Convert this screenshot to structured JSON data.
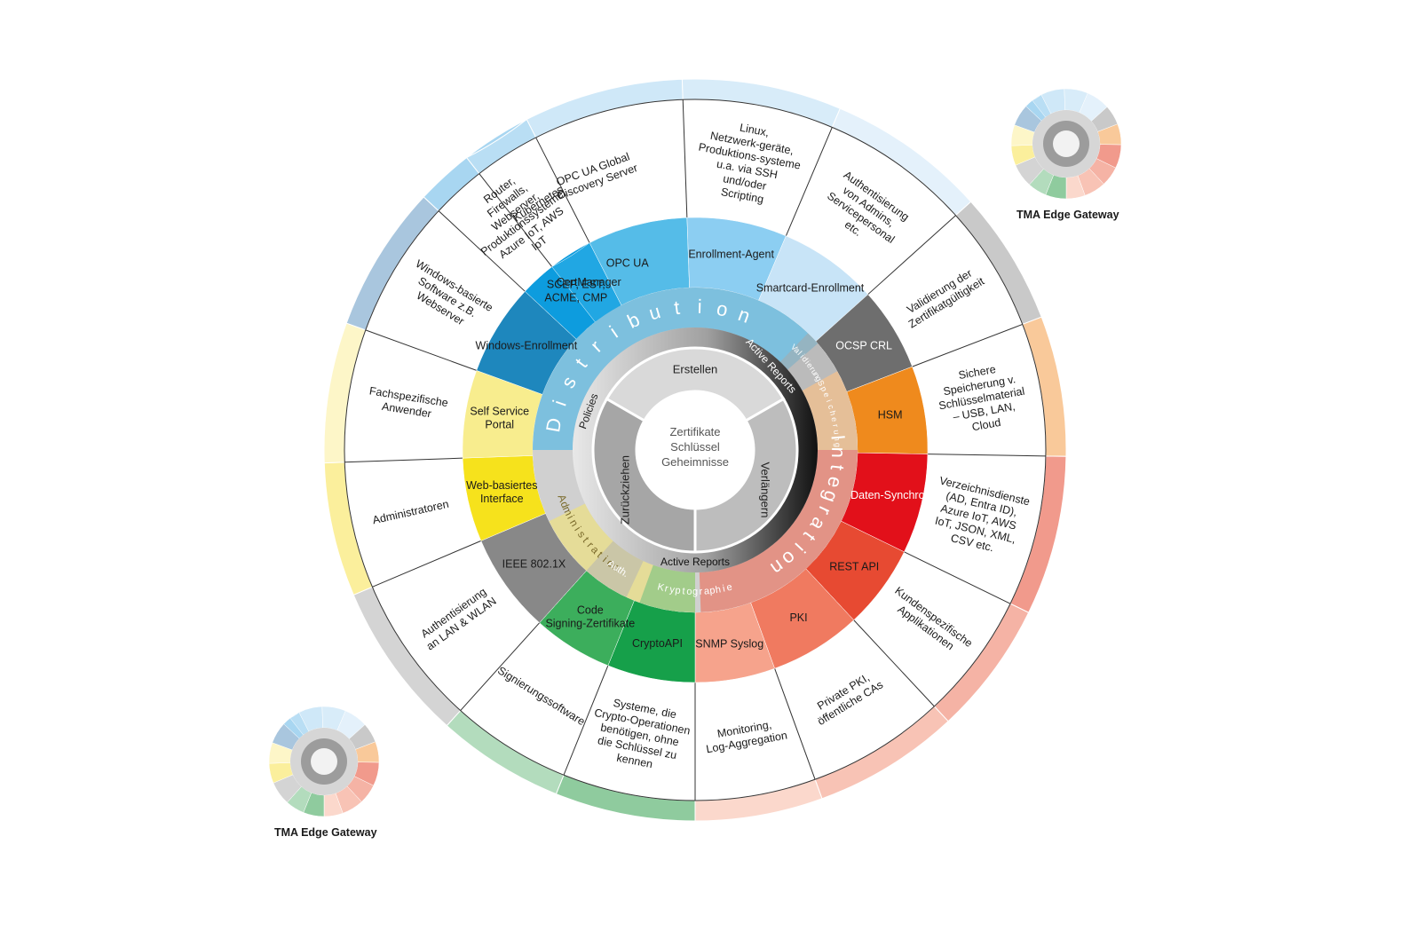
{
  "center": {
    "lines": [
      "Zertifikate",
      "Schlüssel",
      "Geheimnisse"
    ]
  },
  "lifecycle": [
    {
      "label": "Erstellen",
      "color": "#d9d9d9"
    },
    {
      "label": "Verlängern",
      "color": "#bdbdbd"
    },
    {
      "label": "Zurückziehen",
      "color": "#a6a6a6"
    }
  ],
  "inner_ring": [
    {
      "label": "Active Reports",
      "side": "top"
    },
    {
      "label": "Active Reports",
      "side": "bottom"
    },
    {
      "label": "Policies",
      "side": "left"
    }
  ],
  "categories": [
    {
      "label": "Distribution",
      "color": "#ffffff"
    },
    {
      "label": "Integration",
      "color": "#ffffff"
    },
    {
      "label": "Administration",
      "color": "#7a6a2a"
    },
    {
      "label": "Kryptographie",
      "color": "#ffffff"
    },
    {
      "label": "Auth.",
      "color": "#ffffff"
    },
    {
      "label": "Validierung",
      "color": "#ffffff"
    },
    {
      "label": "Speicherung",
      "color": "#ffffff"
    }
  ],
  "segments": [
    {
      "label": "OPC UA",
      "color": "#55bce8",
      "text_color": "#1a1a1a",
      "outer": "OPC UA Global Discovery Server",
      "band": "#cfe8f8"
    },
    {
      "label": "Enrollment-Agent",
      "color": "#8ccef2",
      "text_color": "#1a1a1a",
      "outer": "Linux, Netzwerk-geräte, Produktions-systeme u.a. via SSH und/oder Scripting",
      "band": "#d8ecf9"
    },
    {
      "label": "Smartcard-Enrollment",
      "color": "#c8e4f7",
      "text_color": "#1a1a1a",
      "outer": "Authentisierung von Admins, Servicepersonal etc.",
      "band": "#e4f1fb"
    },
    {
      "label": "OCSP CRL",
      "color": "#6e6e6e",
      "text_color": "#ffffff",
      "outer": "Validierung der Zertifikatgültigkeit",
      "band": "#c9c9c9"
    },
    {
      "label": "HSM",
      "color": "#ef8a1d",
      "text_color": "#1a1a1a",
      "outer": "Sichere Speicherung v. Schlüsselmaterial – USB, LAN, Cloud",
      "band": "#f9c99a"
    },
    {
      "label": "Daten-Synchro",
      "color": "#e2101a",
      "text_color": "#ffffff",
      "outer": "Verzeichnisdienste (AD, Entra ID), Azure IoT, AWS IoT, JSON, XML, CSV etc.",
      "band": "#f19a8c"
    },
    {
      "label": "REST API",
      "color": "#e74a32",
      "text_color": "#1a1a1a",
      "outer": "Kundenspezifische Applikationen",
      "band": "#f5b3a5"
    },
    {
      "label": "PKI",
      "color": "#f07a60",
      "text_color": "#1a1a1a",
      "outer": "Private PKI, öffentliche CAs",
      "band": "#f8c3b5"
    },
    {
      "label": "SNMP Syslog",
      "color": "#f6a38c",
      "text_color": "#1a1a1a",
      "outer": "Monitoring, Log-Aggregation",
      "band": "#fbd8cc"
    },
    {
      "label": "CryptoAPI",
      "color": "#16a04a",
      "text_color": "#1a1a1a",
      "outer": "Systeme, die Crypto-Operationen benötigen, ohne die Schlüssel zu kennen",
      "band": "#8fcb9e"
    },
    {
      "label": "Code Signing-Zertifikate",
      "color": "#3cae5c",
      "text_color": "#1a1a1a",
      "outer": "Signierungssoftware",
      "band": "#b3dcbd"
    },
    {
      "label": "IEEE 802.1X",
      "color": "#888888",
      "text_color": "#1a1a1a",
      "outer": "Authentisierung an LAN & WLAN",
      "band": "#d4d4d4"
    },
    {
      "label": "Web-basiertes Interface",
      "color": "#f6e21c",
      "text_color": "#1a1a1a",
      "outer": "Administratoren",
      "band": "#fbef9c"
    },
    {
      "label": "Self Service Portal",
      "color": "#f8ed8e",
      "text_color": "#1a1a1a",
      "outer": "Fachspezifische Anwender",
      "band": "#fdf6c8"
    },
    {
      "label": "Windows-Enrollment",
      "color": "#1e87bd",
      "text_color": "#1a1a1a",
      "outer": "Windows-basierte Software z.B. Webserver",
      "band": "#a9c6de"
    },
    {
      "label": "SCEP, EST, ACME, CMP",
      "color": "#0d9cde",
      "text_color": "#1a1a1a",
      "outer": "Router, Firewalls, Webserver, Produktionssysteme, Azure IoT, AWS IoT",
      "band": "#a8d6f1"
    },
    {
      "label": "CertManager",
      "color": "#21a7e3",
      "text_color": "#1a1a1a",
      "outer": "Kubernetes",
      "band": "#b9def4"
    }
  ],
  "gateway": {
    "label": "TMA Edge Gateway"
  }
}
